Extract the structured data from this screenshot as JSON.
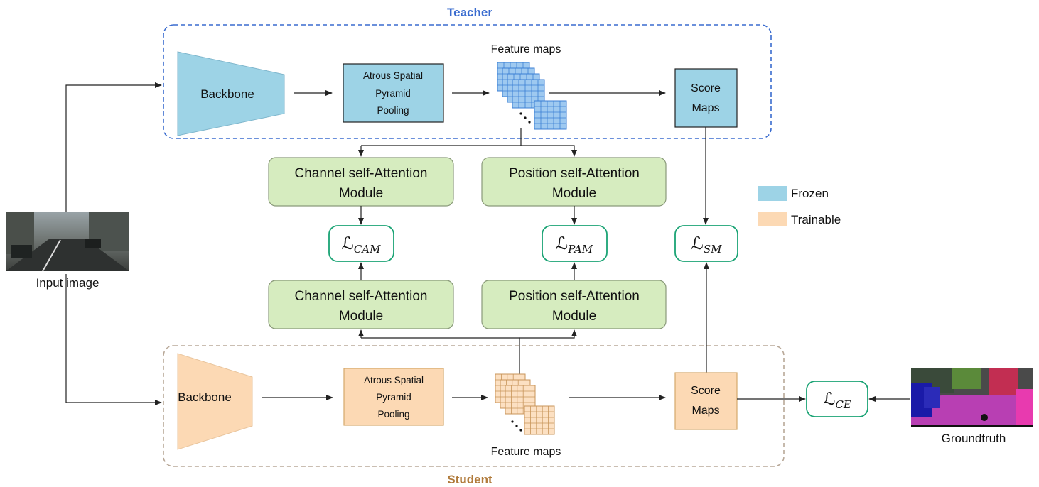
{
  "colors": {
    "frozen": "#9dd3e6",
    "trainable": "#fcd9b4",
    "attention": "#d6ecbf",
    "loss_border": "#1aa374",
    "teacher": "#3a6ccf",
    "student": "#b07a3a"
  },
  "teacher": {
    "title": "Teacher",
    "backbone": "Backbone",
    "aspp": [
      "Atrous Spatial",
      "Pyramid",
      "Pooling"
    ],
    "feature_maps": "Feature maps",
    "score_maps": [
      "Score",
      "Maps"
    ]
  },
  "student": {
    "title": "Student",
    "backbone": "Backbone",
    "aspp": [
      "Atrous Spatial",
      "Pyramid",
      "Pooling"
    ],
    "feature_maps": "Feature maps",
    "score_maps": [
      "Score",
      "Maps"
    ]
  },
  "attention": {
    "channel": [
      "Channel self-Attention",
      "Module"
    ],
    "position": [
      "Position self-Attention",
      "Module"
    ]
  },
  "losses": {
    "cam": {
      "main": "ℒ",
      "sub": "CAM"
    },
    "pam": {
      "main": "ℒ",
      "sub": "PAM"
    },
    "sm": {
      "main": "ℒ",
      "sub": "SM"
    },
    "ce": {
      "main": "ℒ",
      "sub": "CE"
    }
  },
  "legend": {
    "frozen": "Frozen",
    "trainable": "Trainable"
  },
  "input_label": "Input image",
  "groundtruth_label": "Groundtruth"
}
